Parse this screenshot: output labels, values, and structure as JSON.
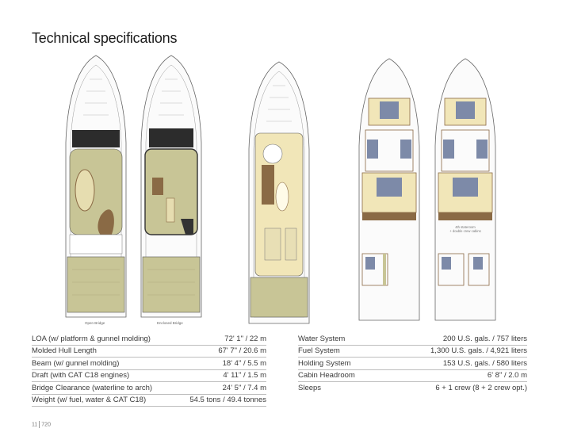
{
  "page": {
    "title": "Technical specifications"
  },
  "plans": {
    "captions": [
      "Open Bridge",
      "Enclosed Bridge"
    ],
    "stateroom_note": [
      "4th stateroom",
      "+ double crew cabins"
    ]
  },
  "specs_left": [
    {
      "label": "LOA (w/ platform & gunnel molding)",
      "value": "72' 1\" / 22 m"
    },
    {
      "label": "Molded Hull Length",
      "value": "67' 7\" / 20.6 m"
    },
    {
      "label": "Beam (w/ gunnel molding)",
      "value": "18' 4\" / 5.5 m"
    },
    {
      "label": "Draft (with CAT C18 engines)",
      "value": "4' 11\" / 1.5 m"
    },
    {
      "label": "Bridge Clearance (waterline to arch)",
      "value": "24' 5\" / 7.4 m"
    },
    {
      "label": "Weight (w/ fuel, water & CAT C18)",
      "value": "54.5 tons / 49.4 tonnes"
    }
  ],
  "specs_right": [
    {
      "label": "Water System",
      "value": "200 U.S. gals. / 757 liters"
    },
    {
      "label": "Fuel System",
      "value": "1,300 U.S. gals. / 4,921 liters"
    },
    {
      "label": "Holding System",
      "value": "153 U.S. gals. / 580 liters"
    },
    {
      "label": "Cabin Headroom",
      "value": "6' 8\" / 2.0 m"
    },
    {
      "label": "Sleeps",
      "value": "6 + 1 crew (8 + 2 crew opt.)"
    }
  ],
  "footer": {
    "page_number": "11",
    "model": "720"
  },
  "colors": {
    "deck": "#c8c596",
    "cabin_floor": "#f1e6b8",
    "bed": "#7d8aa8",
    "wood": "#8a6a45",
    "dark": "#2c2c2c"
  }
}
